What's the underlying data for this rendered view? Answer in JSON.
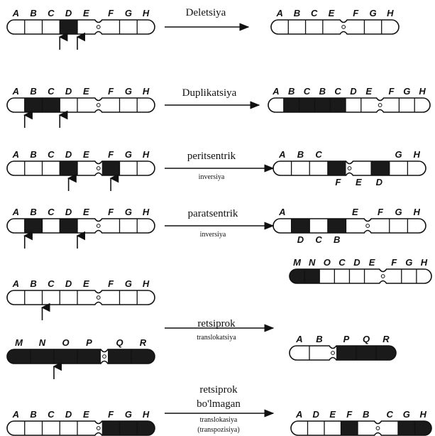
{
  "colors": {
    "ink": "#111111",
    "dark": "#1a1a1a",
    "paper": "#ffffff"
  },
  "rows": [
    {
      "operation": {
        "title": "Deletsiya",
        "sub": ""
      },
      "before": [
        {
          "labels": [
            "A",
            "B",
            "C",
            "D",
            "E",
            "F",
            "G",
            "H"
          ],
          "dark": [
            3
          ],
          "arrows": [
            "C|D",
            "D|E"
          ]
        }
      ],
      "after": [
        {
          "labels": [
            "A",
            "B",
            "C",
            "E",
            "F",
            "G",
            "H"
          ],
          "dark": [],
          "arrows": []
        }
      ]
    },
    {
      "operation": {
        "title": "Duplikatsiya",
        "sub": ""
      },
      "before": [
        {
          "labels": [
            "A",
            "B",
            "C",
            "D",
            "E",
            "F",
            "G",
            "H"
          ],
          "dark": [
            1,
            2
          ],
          "arrows": [
            "A|B",
            "C|D"
          ]
        }
      ],
      "after": [
        {
          "labels": [
            "A",
            "B",
            "C",
            "B",
            "C",
            "D",
            "E",
            "F",
            "G",
            "H"
          ],
          "dark": [
            1,
            2,
            3,
            4
          ],
          "arrows": []
        }
      ]
    },
    {
      "operation": {
        "title": "peritsentrik",
        "sub": "inversiya"
      },
      "before": [
        {
          "labels": [
            "A",
            "B",
            "C",
            "D",
            "E",
            "F",
            "G",
            "H"
          ],
          "dark": [
            3,
            5
          ],
          "arrows": [
            "D",
            "F"
          ]
        }
      ],
      "after": [
        {
          "labels": [
            "A",
            "B",
            "C",
            "",
            "",
            "",
            "G",
            "H"
          ],
          "below": [
            "F",
            "E",
            "D"
          ],
          "dark": [
            3,
            5
          ],
          "arrows": []
        }
      ]
    },
    {
      "operation": {
        "title": "paratsentrik",
        "sub": "inversiya"
      },
      "before": [
        {
          "labels": [
            "A",
            "B",
            "C",
            "D",
            "E",
            "F",
            "G",
            "H"
          ],
          "dark": [
            1,
            3
          ],
          "arrows": [
            "A|B",
            "D|E"
          ]
        }
      ],
      "after": [
        {
          "labels": [
            "A",
            "",
            "",
            "",
            "E",
            "F",
            "G",
            "H"
          ],
          "below": [
            "D",
            "C",
            "B"
          ],
          "dark": [
            1,
            3
          ],
          "arrows": []
        }
      ]
    },
    {
      "operation": {
        "title": "retsiprok",
        "sub": "translokatsiya"
      },
      "before": [
        {
          "labels": [
            "A",
            "B",
            "C",
            "D",
            "E",
            "F",
            "G",
            "H"
          ],
          "dark": [],
          "arrows": [
            "B|C"
          ]
        },
        {
          "labels": [
            "M",
            "N",
            "O",
            "P",
            "Q",
            "R"
          ],
          "dark": [
            0,
            1,
            2,
            3,
            4,
            5
          ],
          "arrows": [
            "N|O"
          ]
        }
      ],
      "after": [
        {
          "labels": [
            "M",
            "N",
            "O",
            "C",
            "D",
            "E",
            "F",
            "G",
            "H"
          ],
          "dark": [
            0,
            1
          ],
          "arrows": []
        },
        {
          "labels": [
            "A",
            "B",
            "P",
            "Q",
            "R"
          ],
          "dark": [
            2,
            3,
            4
          ],
          "arrows": []
        }
      ]
    },
    {
      "operation": {
        "title": "retsiprok",
        "title2": "bo'lmagan",
        "sub": "translokasiya",
        "sub2": "(transpozisiya)"
      },
      "before": [
        {
          "labels": [
            "A",
            "B",
            "C",
            "D",
            "E",
            "F",
            "G",
            "H"
          ],
          "dark": [
            5,
            6,
            7
          ],
          "arrows": []
        }
      ],
      "after": [
        {
          "labels": [
            "A",
            "D",
            "E",
            "F",
            "B",
            "C",
            "G",
            "H"
          ],
          "dark": [
            3,
            6,
            7
          ],
          "arrows": []
        }
      ]
    }
  ]
}
